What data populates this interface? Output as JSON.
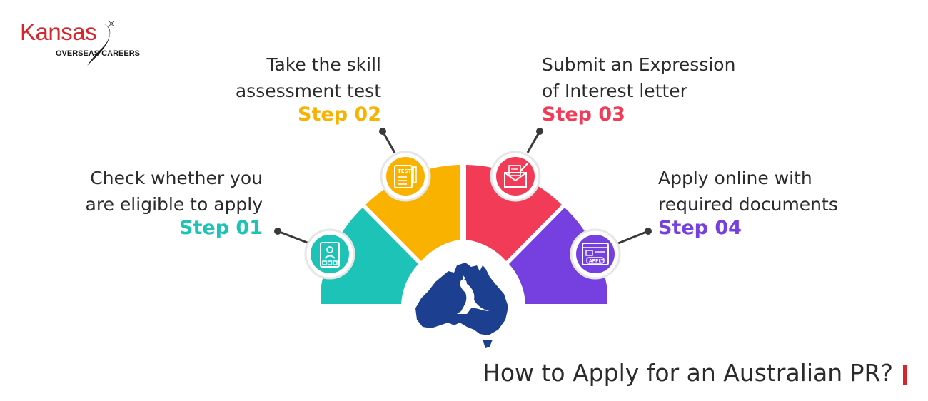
{
  "brand": {
    "name": "Kansas",
    "registered": "®",
    "tagline": "OVERSEAS CAREERS",
    "color": "#d8242b"
  },
  "steps": [
    {
      "label": "Step 01",
      "line1": "Check whether you",
      "line2": "are eligible to apply",
      "color": "#1cc3b6",
      "icon": "eligibility-checklist-icon"
    },
    {
      "label": "Step 02",
      "line1": "Take the skill",
      "line2": "assessment test",
      "color": "#f9b200",
      "icon": "test-sheet-icon",
      "icon_text": "TEST"
    },
    {
      "label": "Step 03",
      "line1": "Submit an Expression",
      "line2": "of Interest letter",
      "color": "#f23b57",
      "icon": "envelope-letter-icon"
    },
    {
      "label": "Step 04",
      "line1": "Apply online with",
      "line2": "required documents",
      "color": "#7640e0",
      "icon": "apply-online-window-icon",
      "icon_text": "APPLY"
    }
  ],
  "map": {
    "icon": "australia-map-kangaroo-icon",
    "color": "#1d3f8f"
  },
  "title": "How to Apply for an Australian PR?"
}
